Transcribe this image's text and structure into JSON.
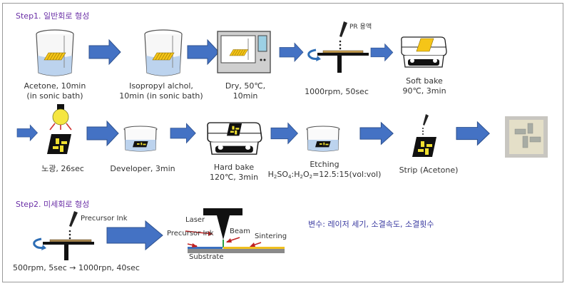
{
  "step1": {
    "title": "Step1. 일반회로 형성",
    "stages": [
      {
        "id": "acetone",
        "line1": "Acetone, 10min",
        "line2": "(in sonic bath)"
      },
      {
        "id": "ipa",
        "line1": "Isopropyl alchol,",
        "line2": "10min (in sonic bath)"
      },
      {
        "id": "dry",
        "line1": "Dry, 50℃,",
        "line2": "10min"
      },
      {
        "id": "spin",
        "line1": "1000rpm, 50sec",
        "callout": "PR 용액"
      },
      {
        "id": "soft-bake",
        "line1": "Soft bake",
        "line2": "90℃, 3min"
      },
      {
        "id": "exposure",
        "line1": "노광, 26sec"
      },
      {
        "id": "developer",
        "line1": "Developer, 3min"
      },
      {
        "id": "hard-bake",
        "line1": "Hard bake",
        "line2": "120℃, 3min"
      },
      {
        "id": "etching",
        "line1": "Etching",
        "formula": {
          "a": "H",
          "a_sub": "2",
          "b": "SO",
          "b_sub": "4",
          "c": ":H",
          "c_sub": "2",
          "d": "O",
          "d_sub": "2",
          "e": "=12.5:15(vol:vol)"
        }
      },
      {
        "id": "strip",
        "line1": "Strip (Acetone)"
      }
    ]
  },
  "step2": {
    "title": "Step2. 미세회로 형성",
    "spin": {
      "callout": "Precursor Ink",
      "label": "500rpm, 5sec → 1000rpn, 40sec"
    },
    "laser": {
      "laser_label": "Laser",
      "beam_label": "Beam",
      "ink_label": "Precursor Ink",
      "sintering_label": "Sintering",
      "substrate_label": "Substrate"
    },
    "variables": "변수: 레이저 세기, 소결속도, 소결횟수"
  },
  "colors": {
    "arrow": "#4472c4",
    "arrow_stroke": "#2f528f",
    "title": "#6a2fa6",
    "chip": "#f5c518",
    "pattern": "#f0e030",
    "substrate_dark": "#111111",
    "liquid": "#bcd3ee",
    "variables": "#3a3aa0"
  }
}
